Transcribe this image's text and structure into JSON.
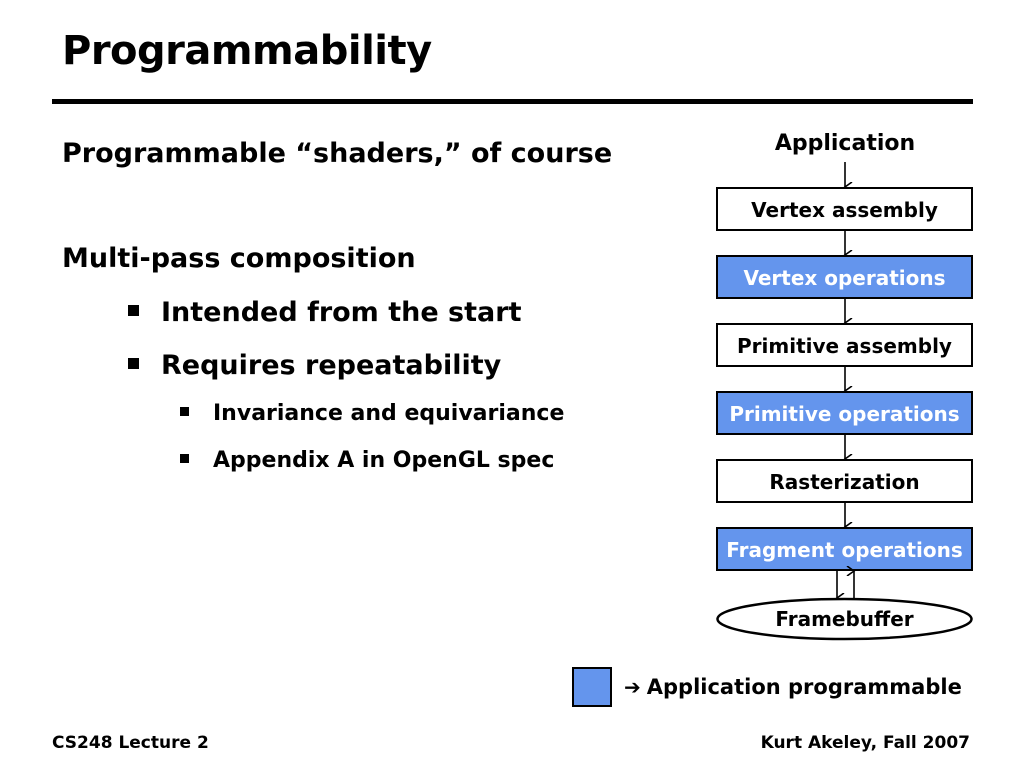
{
  "slide": {
    "title": "Programmability"
  },
  "bullets": [
    {
      "level": 0,
      "text": "Programmable “shaders,” of course"
    },
    {
      "level": 0,
      "text": "Multi-pass composition"
    },
    {
      "level": 1,
      "text": "Intended from the start"
    },
    {
      "level": 1,
      "text": "Requires repeatability"
    },
    {
      "level": 2,
      "text": "Invariance and equivariance"
    },
    {
      "level": 2,
      "text": "Appendix A in OpenGL spec"
    }
  ],
  "pipeline": {
    "input_label": "Application",
    "stages": [
      {
        "label": "Vertex assembly",
        "programmable": false
      },
      {
        "label": "Vertex operations",
        "programmable": true
      },
      {
        "label": "Primitive assembly",
        "programmable": false
      },
      {
        "label": "Primitive operations",
        "programmable": true
      },
      {
        "label": "Rasterization",
        "programmable": false
      },
      {
        "label": "Fragment operations",
        "programmable": true
      }
    ],
    "output_label": "Framebuffer"
  },
  "legend": {
    "arrow": "➔",
    "text": "Application programmable"
  },
  "footer": {
    "left": "CS248 Lecture 2",
    "right": "Kurt Akeley, Fall 2007"
  },
  "colors": {
    "programmable_fill": "#6495ed",
    "plain_fill": "#ffffff",
    "programmable_text": "#ffffff",
    "plain_text": "#000000"
  }
}
